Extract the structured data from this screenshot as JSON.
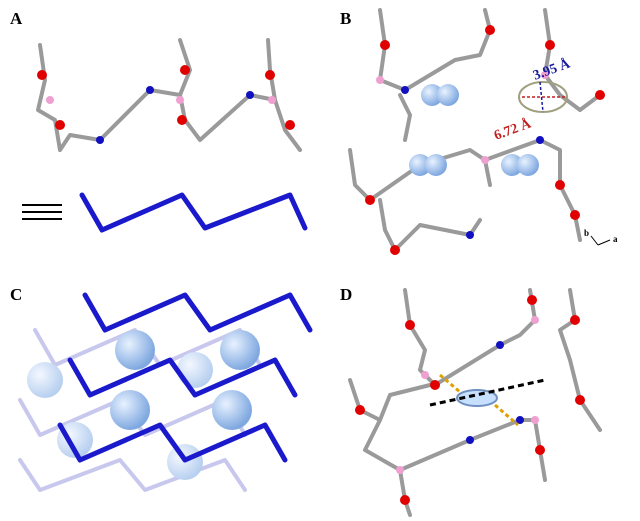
{
  "panels": [
    {
      "label": "A"
    },
    {
      "label": "B"
    },
    {
      "label": "C"
    },
    {
      "label": "D"
    }
  ],
  "panel_b": {
    "distance_short": "3.95 Å",
    "distance_long": "6.72 Å",
    "axis_b": "b",
    "axis_a": "a"
  },
  "colors": {
    "framework_bond": "#9a9a9a",
    "oxygen": "#e00000",
    "boron": "#f0a0d0",
    "nitrogen": "#1010c0",
    "topology_chain": "#1a1acc",
    "guest_sphere": "#a8c8f0",
    "short_dist": "#1a1aa0",
    "long_dist": "#c02020",
    "pi_interaction": "#e0a000",
    "ch_pi": "#000000"
  }
}
